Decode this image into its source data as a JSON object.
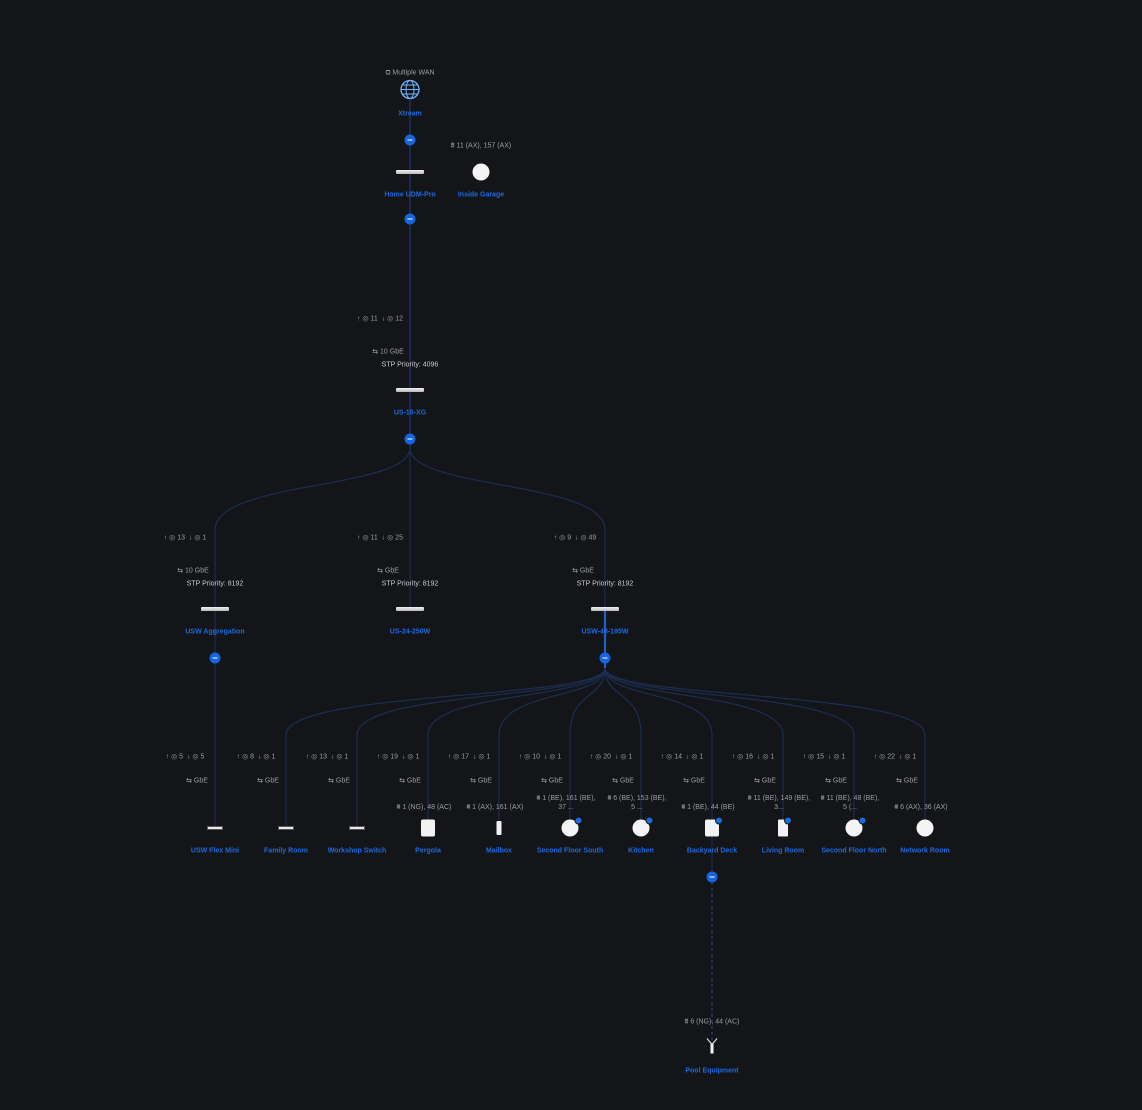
{
  "wan_label": "Multiple WAN",
  "colors": {
    "accent": "#1b6ae0",
    "background": "#141518",
    "link": "#1c2d52"
  },
  "nodes": [
    {
      "id": "xtream",
      "name": "Xtream",
      "icon": "globe-icon",
      "collapse": true
    },
    {
      "id": "udm",
      "name": "Home UDM-Pro",
      "icon": "gateway-icon",
      "collapse": true
    },
    {
      "id": "garage",
      "name": "Inside Garage",
      "icon": "access-point-icon",
      "wifi": "11 (AX), 157 (AX)"
    },
    {
      "id": "us16",
      "name": "US-16-XG",
      "icon": "switch-icon",
      "up": "11",
      "down": "12",
      "link": "10 GbE",
      "stp": "STP Priority: 4096",
      "collapse": true
    },
    {
      "id": "agg",
      "name": "USW Aggregation",
      "icon": "switch-icon",
      "up": "13",
      "down": "1",
      "link": "10 GbE",
      "stp": "STP Priority: 8192",
      "collapse": true
    },
    {
      "id": "us24",
      "name": "US-24-250W",
      "icon": "switch-icon",
      "up": "11",
      "down": "25",
      "link": "GbE",
      "stp": "STP Priority: 8192"
    },
    {
      "id": "usw48",
      "name": "USW-48-195W",
      "icon": "switch-icon",
      "up": "9",
      "down": "49",
      "link": "GbE",
      "stp": "STP Priority: 8192",
      "collapse": true
    },
    {
      "id": "flex",
      "name": "USW Flex Mini",
      "icon": "mini-switch-icon",
      "up": "5",
      "down": "5",
      "link": "GbE"
    },
    {
      "id": "family",
      "name": "Family Room",
      "icon": "mini-switch-icon",
      "up": "8",
      "down": "1",
      "link": "GbE"
    },
    {
      "id": "workshop",
      "name": "Workshop Switch",
      "icon": "mini-switch-icon",
      "up": "13",
      "down": "1",
      "link": "GbE"
    },
    {
      "id": "pergola",
      "name": "Pergola",
      "icon": "outdoor-ap-icon",
      "up": "19",
      "down": "1",
      "link": "GbE",
      "wifi": "1 (NG), 48 (AC)"
    },
    {
      "id": "mailbox",
      "name": "Mailbox",
      "icon": "slim-ap-icon",
      "up": "17",
      "down": "1",
      "link": "GbE",
      "wifi": "1 (AX), 161 (AX)"
    },
    {
      "id": "sfs",
      "name": "Second Floor South",
      "icon": "access-point-icon",
      "up": "10",
      "down": "1",
      "link": "GbE",
      "wifi": "1 (BE), 161 (BE), 37 ...",
      "update": true
    },
    {
      "id": "kitchen",
      "name": "Kitchen",
      "icon": "access-point-icon",
      "up": "20",
      "down": "1",
      "link": "GbE",
      "wifi": "6 (BE), 153 (BE), 5 ...",
      "update": true
    },
    {
      "id": "backyard",
      "name": "Backyard Deck",
      "icon": "outdoor-ap-icon",
      "up": "14",
      "down": "1",
      "link": "GbE",
      "wifi": "1 (BE), 44 (BE)",
      "update": true,
      "collapse": true
    },
    {
      "id": "living",
      "name": "Living Room",
      "icon": "wall-ap-icon",
      "up": "16",
      "down": "1",
      "link": "GbE",
      "wifi": "11 (BE), 149 (BE), 3...",
      "update": true
    },
    {
      "id": "sfn",
      "name": "Second Floor North",
      "icon": "access-point-icon",
      "up": "15",
      "down": "1",
      "link": "GbE",
      "wifi": "11 (BE), 48 (BE), 5 (...",
      "update": true
    },
    {
      "id": "network",
      "name": "Network Room",
      "icon": "access-point-icon",
      "up": "22",
      "down": "1",
      "link": "GbE",
      "wifi": "6 (AX), 36 (AX)"
    },
    {
      "id": "pool",
      "name": "Pool Equipment",
      "icon": "mesh-antenna-icon",
      "wifi": "6 (NG), 44 (AC)"
    }
  ]
}
